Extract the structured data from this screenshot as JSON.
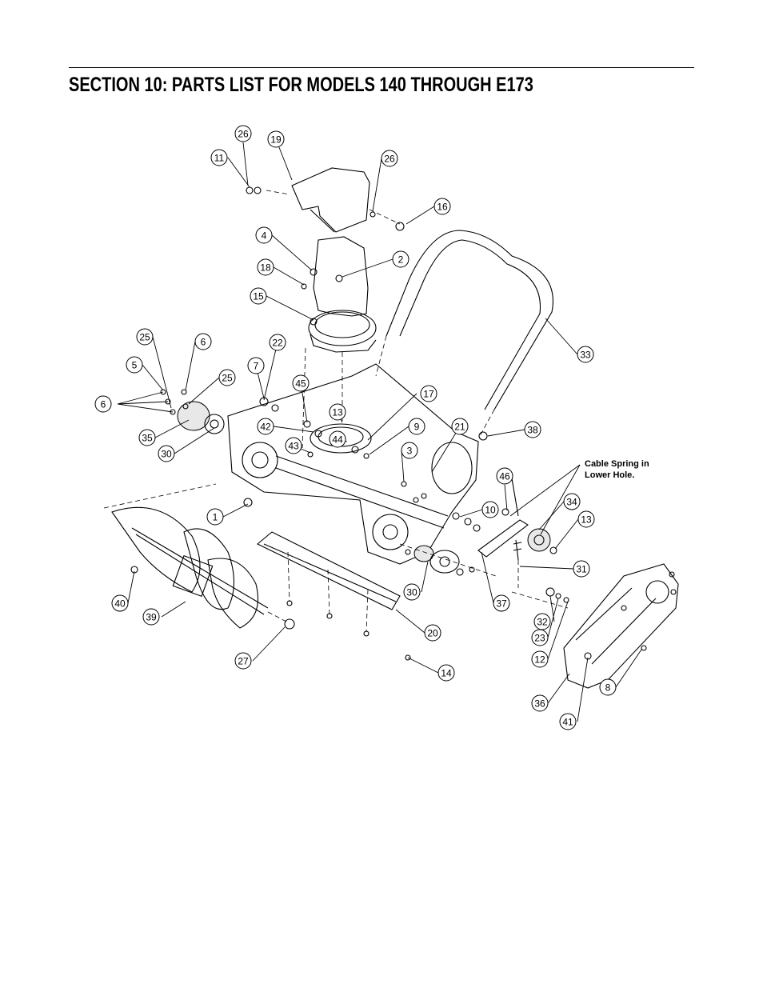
{
  "page": {
    "title": "SECTION 10:  PARTS LIST FOR MODELS 140 THROUGH E173"
  },
  "diagram": {
    "note_line1": "Cable Spring in",
    "note_line2": "Lower Hole.",
    "callouts": [
      {
        "label": "26"
      },
      {
        "label": "19"
      },
      {
        "label": "11"
      },
      {
        "label": "26"
      },
      {
        "label": "16"
      },
      {
        "label": "4"
      },
      {
        "label": "2"
      },
      {
        "label": "18"
      },
      {
        "label": "15"
      },
      {
        "label": "33"
      },
      {
        "label": "25"
      },
      {
        "label": "6"
      },
      {
        "label": "22"
      },
      {
        "label": "5"
      },
      {
        "label": "25"
      },
      {
        "label": "7"
      },
      {
        "label": "45"
      },
      {
        "label": "17"
      },
      {
        "label": "6"
      },
      {
        "label": "13"
      },
      {
        "label": "9"
      },
      {
        "label": "21"
      },
      {
        "label": "38"
      },
      {
        "label": "42"
      },
      {
        "label": "35"
      },
      {
        "label": "44"
      },
      {
        "label": "43"
      },
      {
        "label": "3"
      },
      {
        "label": "30"
      },
      {
        "label": "46"
      },
      {
        "label": "34"
      },
      {
        "label": "1"
      },
      {
        "label": "10"
      },
      {
        "label": "13"
      },
      {
        "label": "31"
      },
      {
        "label": "40"
      },
      {
        "label": "30"
      },
      {
        "label": "37"
      },
      {
        "label": "39"
      },
      {
        "label": "32"
      },
      {
        "label": "20"
      },
      {
        "label": "23"
      },
      {
        "label": "27"
      },
      {
        "label": "12"
      },
      {
        "label": "14"
      },
      {
        "label": "8"
      },
      {
        "label": "36"
      },
      {
        "label": "41"
      }
    ]
  }
}
